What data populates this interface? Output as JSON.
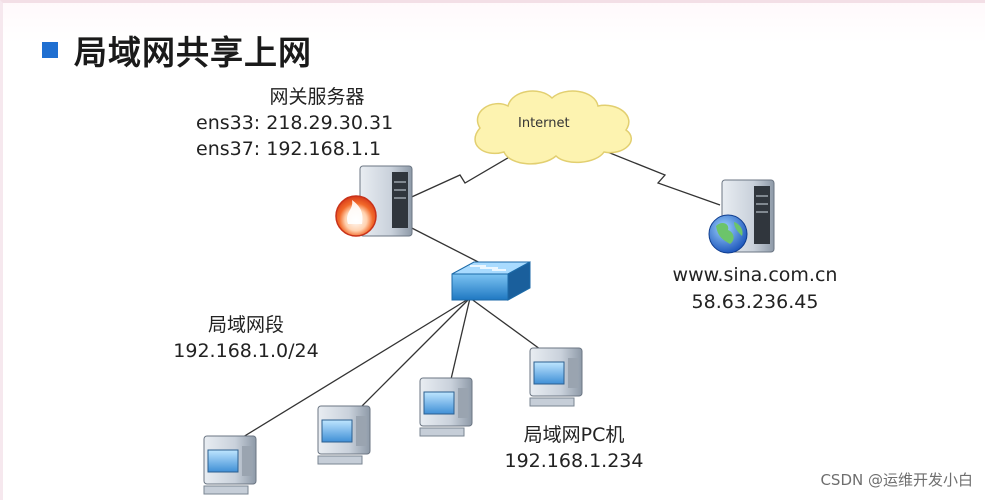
{
  "title": "局域网共享上网",
  "gateway": {
    "name": "网关服务器",
    "ens33": "ens33: 218.29.30.31",
    "ens37": "ens37: 192.168.1.1"
  },
  "cloud": {
    "label": "Internet"
  },
  "website": {
    "domain": "www.sina.com.cn",
    "ip": "58.63.236.45"
  },
  "lan_segment": {
    "name": "局域网段",
    "subnet": "192.168.1.0/24"
  },
  "lan_pc": {
    "name": "局域网PC机",
    "ip": "192.168.1.234"
  },
  "watermark": "CSDN @运维开发小白",
  "colors": {
    "accent": "#1f6fd1",
    "cloud": "#fdf3b0",
    "switch": "#2d8fd6"
  },
  "icons": [
    "server-firewall-icon",
    "web-server-icon",
    "switch-icon",
    "pc-icon",
    "cloud-icon"
  ]
}
